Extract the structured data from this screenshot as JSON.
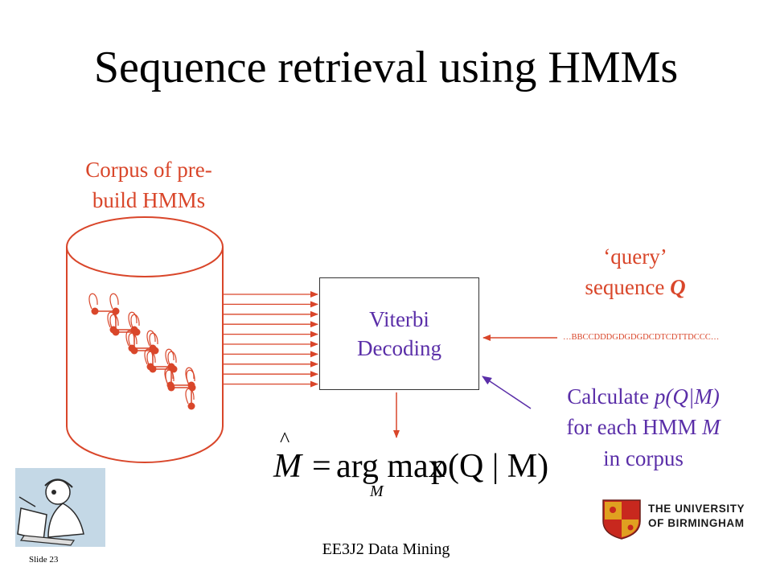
{
  "slide": {
    "title": "Sequence retrieval using HMMs",
    "footer": "EE3J2 Data Mining",
    "slide_number": "Slide  23"
  },
  "corpus": {
    "label_line1": "Corpus of pre-",
    "label_line2": "build HMMs"
  },
  "viterbi": {
    "line1": "Viterbi",
    "line2": "Decoding"
  },
  "query": {
    "line1": "‘query’",
    "line2_prefix": "sequence ",
    "line2_var": "Q",
    "sequence": "…BBCCDDDGDGDGDCDTCDTTDCCC…"
  },
  "calculate": {
    "line1_prefix": "Calculate ",
    "line1_expr": "p(Q|M)",
    "line2_prefix": "for each HMM ",
    "line2_var": "M",
    "line3": "in corpus"
  },
  "formula": {
    "lhs": "M",
    "equals": "=",
    "op": "arg max",
    "rhs": "p(Q | M)",
    "subscript": "M"
  },
  "logo": {
    "name_line1": "THE UNIVERSITY",
    "name_line2": "OF BIRMINGHAM"
  },
  "colors": {
    "accent_red": "#d9462a",
    "accent_purple": "#5a2ea8",
    "text": "#000000"
  },
  "icons": [
    "cylinder-icon",
    "hmm-chain-icon",
    "crest-icon",
    "cartoon-icon"
  ]
}
